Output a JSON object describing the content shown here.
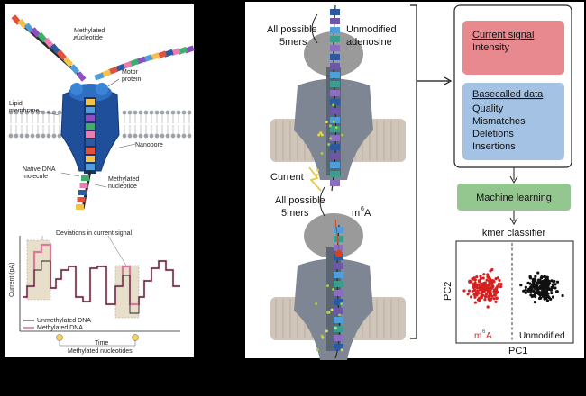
{
  "left_panel": {
    "labels": {
      "methylated_nucleotide_top": [
        "Methylated",
        "nucleotide"
      ],
      "lipid_membrane": [
        "Lipid",
        "membrane"
      ],
      "motor_protein": [
        "Motor",
        "protein"
      ],
      "nanopore": "Nanopore",
      "native_dna": [
        "Native DNA",
        "molecule"
      ],
      "methylated_nucleotide_bottom": [
        "Methylated",
        "nucleotide"
      ]
    },
    "chart": {
      "annotation": "Deviations in current signal",
      "ylabel": "Current (pA)",
      "xlabel": "Time",
      "legend": [
        "Unmethylated DNA",
        "Methylated DNA"
      ],
      "footnote": "Methylated nucleotides",
      "colors": {
        "unmethylated": "#222222",
        "methylated": "#d97a9b",
        "highlight": "#cdb98a"
      }
    }
  },
  "right_panel": {
    "labels": {
      "all_possible_top": [
        "All possible",
        "5mers"
      ],
      "unmodified_adenosine": [
        "Unmodified",
        "adenosine"
      ],
      "current": "Current",
      "all_possible_bottom": [
        "All possible",
        "5mers"
      ],
      "m6a_label": "A"
    },
    "current_signal_box": {
      "title": "Current signal",
      "items": [
        "Intensity"
      ],
      "color": "#e8888f"
    },
    "basecalled_box": {
      "title": "Basecalled data",
      "items": [
        "Quality",
        "Mismatches",
        "Deletions",
        "Insertions"
      ],
      "color": "#a4c2e4"
    },
    "ml_box": {
      "label": "Machine learning",
      "color": "#94c790"
    },
    "classifier": {
      "title": "kmer classifier",
      "xlabel": "PC1",
      "ylabel": "PC2",
      "class_m6a": "A",
      "class_unmodified": "Unmodified",
      "colors": {
        "m6a": "#d62020",
        "unmodified": "#111111"
      }
    }
  }
}
